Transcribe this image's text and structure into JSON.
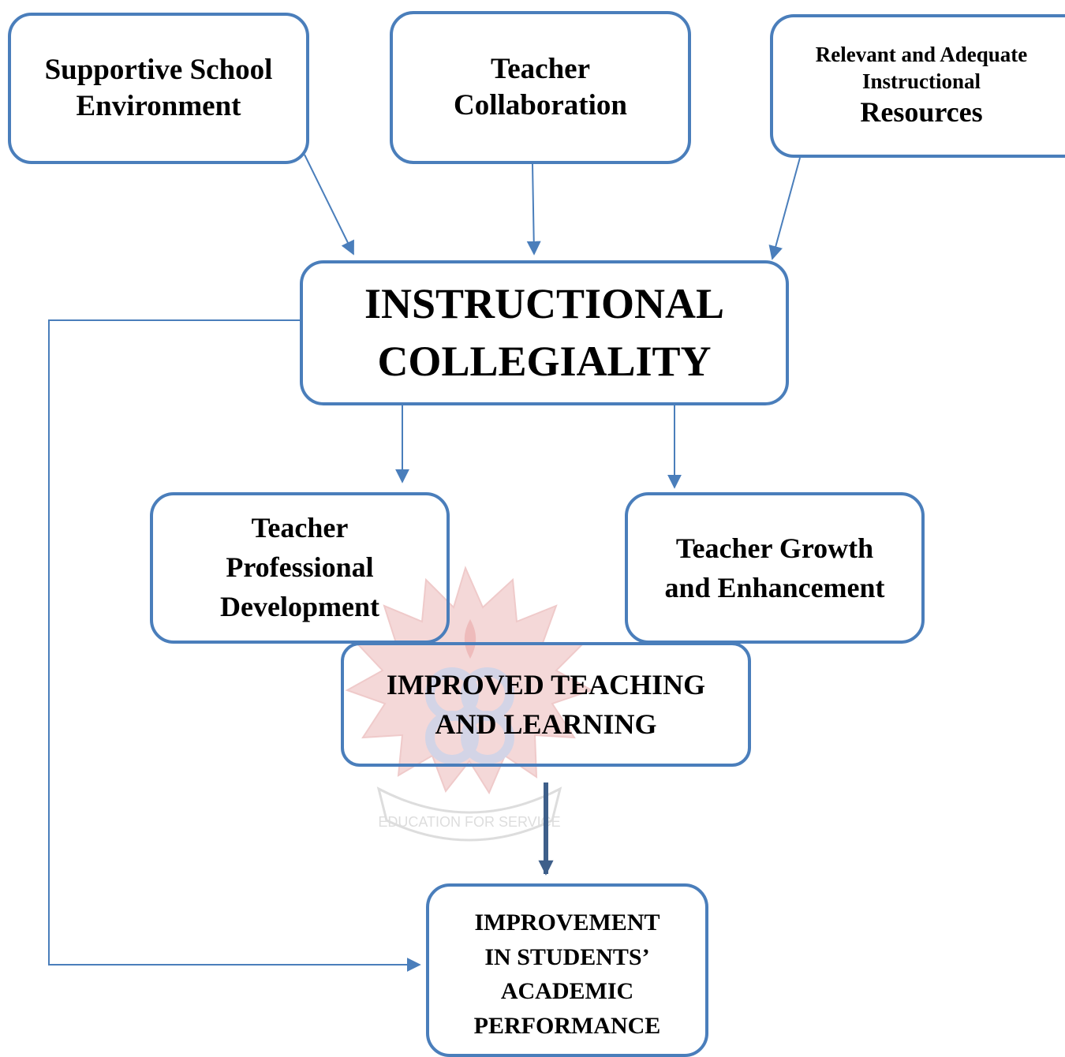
{
  "nodes": {
    "supportive": {
      "lines": [
        "Supportive School",
        "Environment"
      ]
    },
    "collaboration": {
      "lines": [
        "Teacher",
        "Collaboration"
      ]
    },
    "resources": {
      "lines": [
        "Relevant and Adequate",
        "Instructional",
        "Resources"
      ]
    },
    "collegiality": {
      "lines": [
        "INSTRUCTIONAL",
        "COLLEGIALITY"
      ]
    },
    "professional": {
      "lines": [
        "Teacher",
        "Professional",
        "Development"
      ]
    },
    "growth": {
      "lines": [
        "Teacher Growth",
        "and Enhancement"
      ]
    },
    "teaching": {
      "lines": [
        "IMPROVED TEACHING",
        "AND LEARNING"
      ]
    },
    "performance": {
      "lines": [
        "IMPROVEMENT",
        "IN STUDENTS’",
        "ACADEMIC",
        "PERFORMANCE"
      ]
    }
  },
  "watermark": {
    "text": "EDUCATION FOR SERVICE"
  },
  "colors": {
    "border": "#4a7ebb",
    "arrow": "#4a7ebb",
    "thick_arrow": "#3e5f8a",
    "text": "#000000"
  }
}
